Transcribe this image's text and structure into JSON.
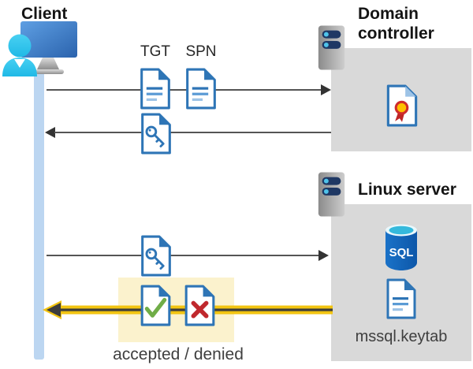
{
  "client": {
    "label": "Client",
    "icon": "client-workstation-icon"
  },
  "domain_controller": {
    "label": "Domain controller",
    "icon": "server-icon",
    "contents": {
      "icon": "certificate-document-icon"
    }
  },
  "linux_server": {
    "label": "Linux server",
    "icon": "server-icon",
    "sql_label": "SQL",
    "sql_icon": "sql-database-icon",
    "keytab_icon": "keytab-document-icon",
    "keytab_label": "mssql.keytab"
  },
  "messages": {
    "request": {
      "direction": "client-to-domain-controller",
      "doc1_label": "TGT",
      "doc1_icon": "tgt-document-icon",
      "doc2_label": "SPN",
      "doc2_icon": "spn-document-icon"
    },
    "ticket_return": {
      "direction": "domain-controller-to-client",
      "icon": "key-document-icon"
    },
    "ticket_present": {
      "direction": "client-to-linux-server",
      "icon": "key-document-icon"
    },
    "response": {
      "direction": "linux-server-to-client",
      "highlighted": true,
      "accepted_icon": "accepted-document-icon",
      "denied_icon": "denied-document-icon",
      "label": "accepted / denied"
    }
  },
  "colors": {
    "doc_blue": "#2e75b6",
    "doc_line_light": "#9dc3e6",
    "gray_box": "#d9d9d9",
    "lifeline_blue": "#bcd6f1",
    "arrow_gray": "#545454",
    "highlight_yellow": "#fbf2cd",
    "arrow_gold": "#f2c411",
    "check_green": "#70ad47",
    "x_red": "#c0282d",
    "cert_seal_yellow": "#ffc000",
    "cert_seal_red": "#cf2b2b",
    "server_pill_navy": "#1f3864",
    "sql_blue": "#1668c1"
  }
}
